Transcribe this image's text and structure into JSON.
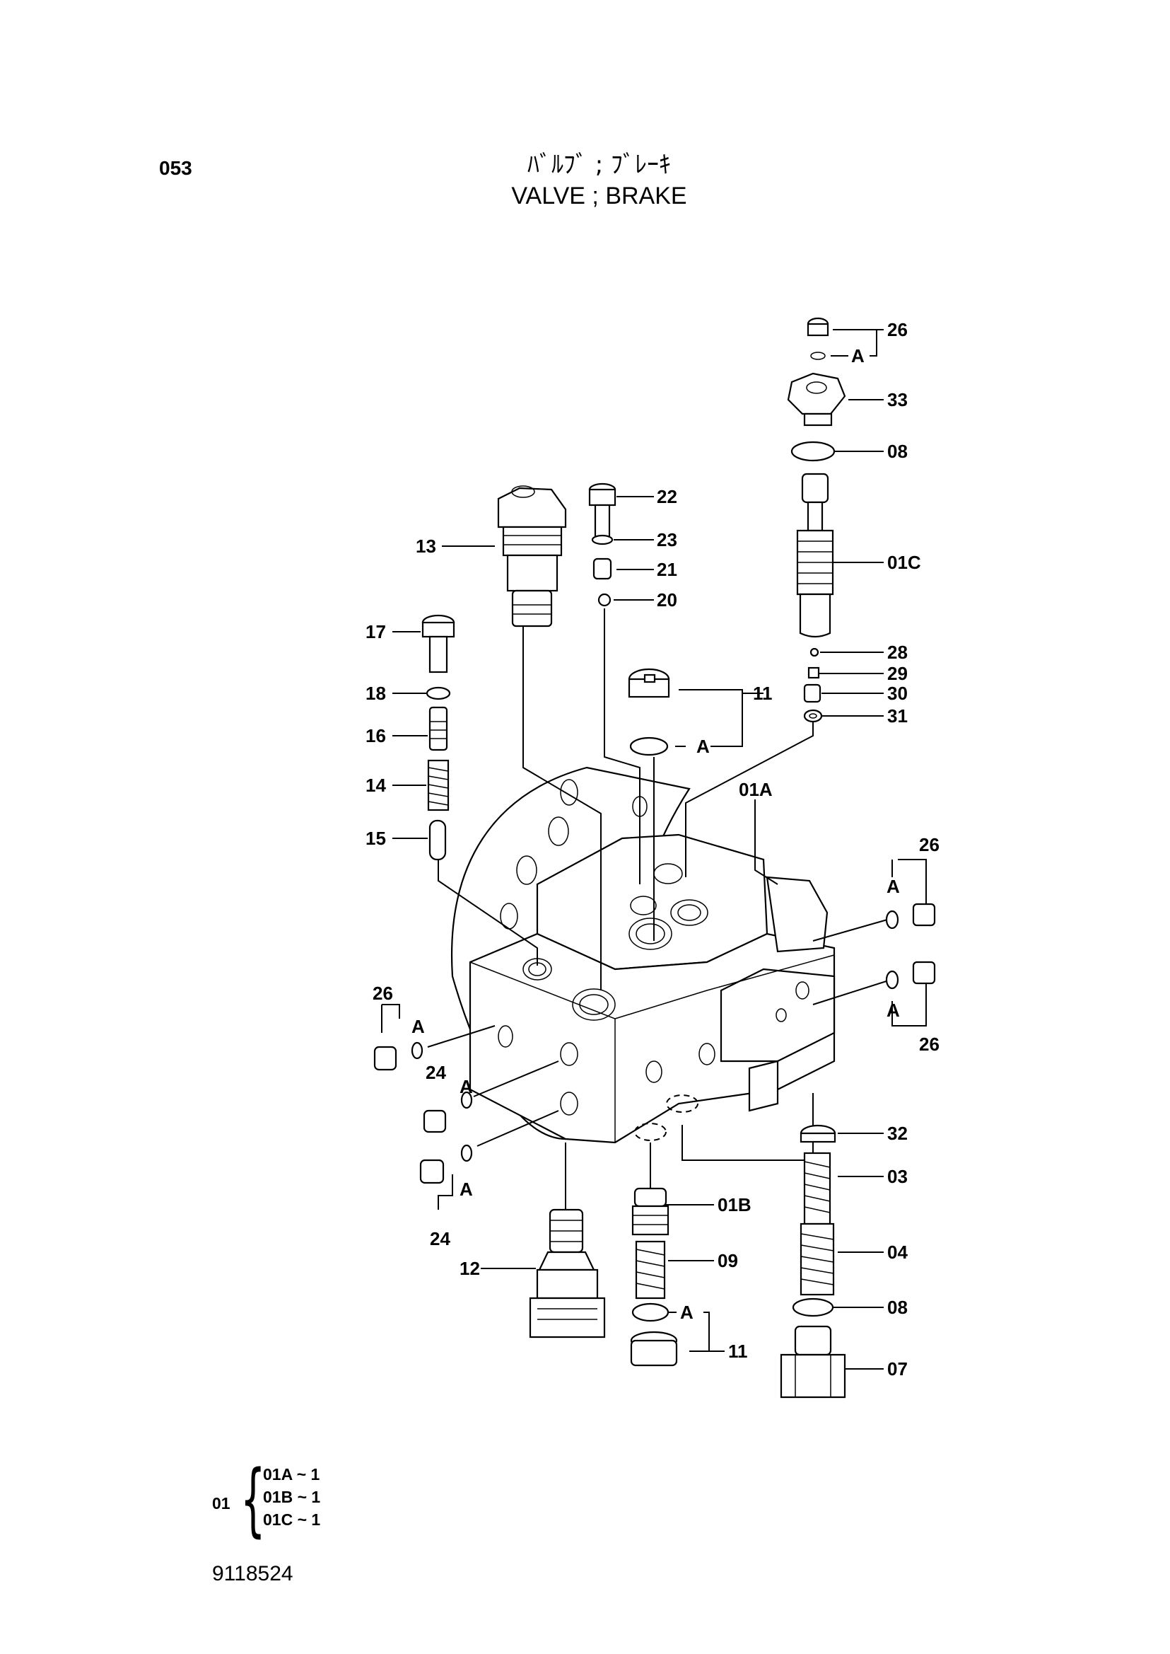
{
  "header": {
    "page_number": "053",
    "title_jp": "ﾊﾞﾙﾌﾞ ; ﾌﾞﾚｰｷ",
    "title_en": "VALVE ; BRAKE"
  },
  "callouts": {
    "p26_top": "26",
    "a_top": "A",
    "p33": "33",
    "p08_top": "08",
    "p22": "22",
    "p23": "23",
    "p21": "21",
    "p20": "20",
    "p13": "13",
    "p01c": "01C",
    "p17": "17",
    "p18": "18",
    "p16": "16",
    "p14": "14",
    "p15": "15",
    "p11_top": "11",
    "a_11top": "A",
    "p28": "28",
    "p29": "29",
    "p30": "30",
    "p31": "31",
    "p01a": "01A",
    "p26_r1": "26",
    "a_r1": "A",
    "a_r2": "A",
    "p26_r2": "26",
    "p26_l": "26",
    "a_l1": "A",
    "p24_1": "24",
    "a_l2": "A",
    "a_l3": "A",
    "p24_2": "24",
    "p32": "32",
    "p03": "03",
    "p01b": "01B",
    "p09": "09",
    "p04": "04",
    "p12": "12",
    "p08_bot": "08",
    "a_11bot": "A",
    "p11_bot": "11",
    "p07": "07"
  },
  "legend": {
    "root": "01",
    "items": [
      "01A ~ 1",
      "01B ~ 1",
      "01C ~ 1"
    ]
  },
  "footer": {
    "drawing_number": "9118524"
  }
}
